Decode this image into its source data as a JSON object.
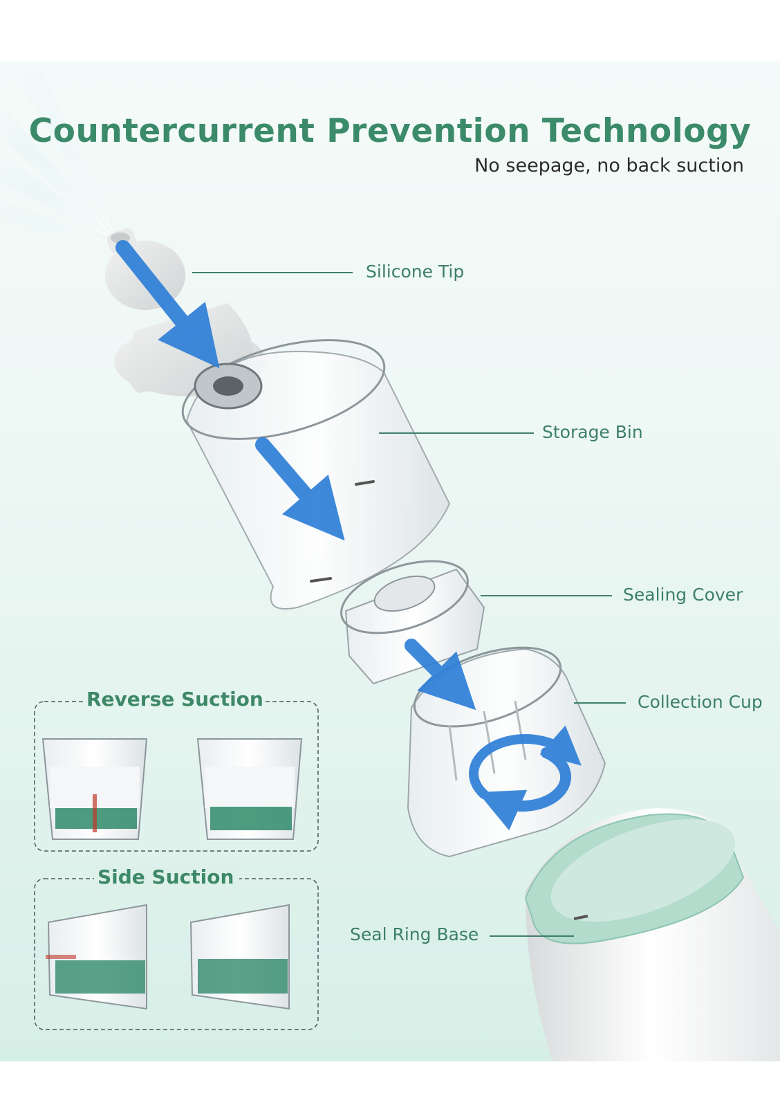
{
  "header": {
    "title": "Countercurrent Prevention Technology",
    "subtitle": "No seepage, no back suction"
  },
  "parts": {
    "silicone_tip": "Silicone Tip",
    "storage_bin": "Storage Bin",
    "sealing_cover": "Sealing Cover",
    "collection_cup": "Collection Cup",
    "seal_ring_base": "Seal Ring Base"
  },
  "insets": {
    "reverse_suction": "Reverse Suction",
    "side_suction": "Side Suction"
  },
  "colors": {
    "brand_green": "#3b8a6a",
    "flow_arrow_blue": "#2f7fd8",
    "base_mint": "#a9d8c8",
    "liquid_green": "#2f8a6a"
  }
}
